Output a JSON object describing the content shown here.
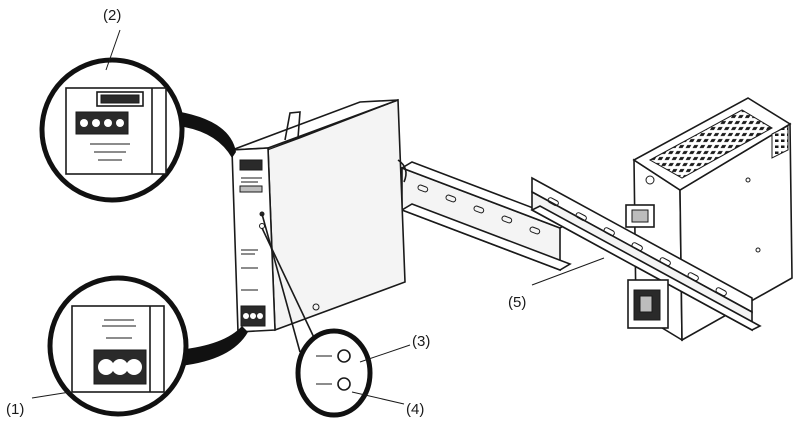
{
  "callouts": [
    {
      "id": "1",
      "label": "(1)"
    },
    {
      "id": "2",
      "label": "(2)"
    },
    {
      "id": "3",
      "label": "(3)"
    },
    {
      "id": "4",
      "label": "(4)"
    },
    {
      "id": "5",
      "label": "(5)"
    }
  ]
}
